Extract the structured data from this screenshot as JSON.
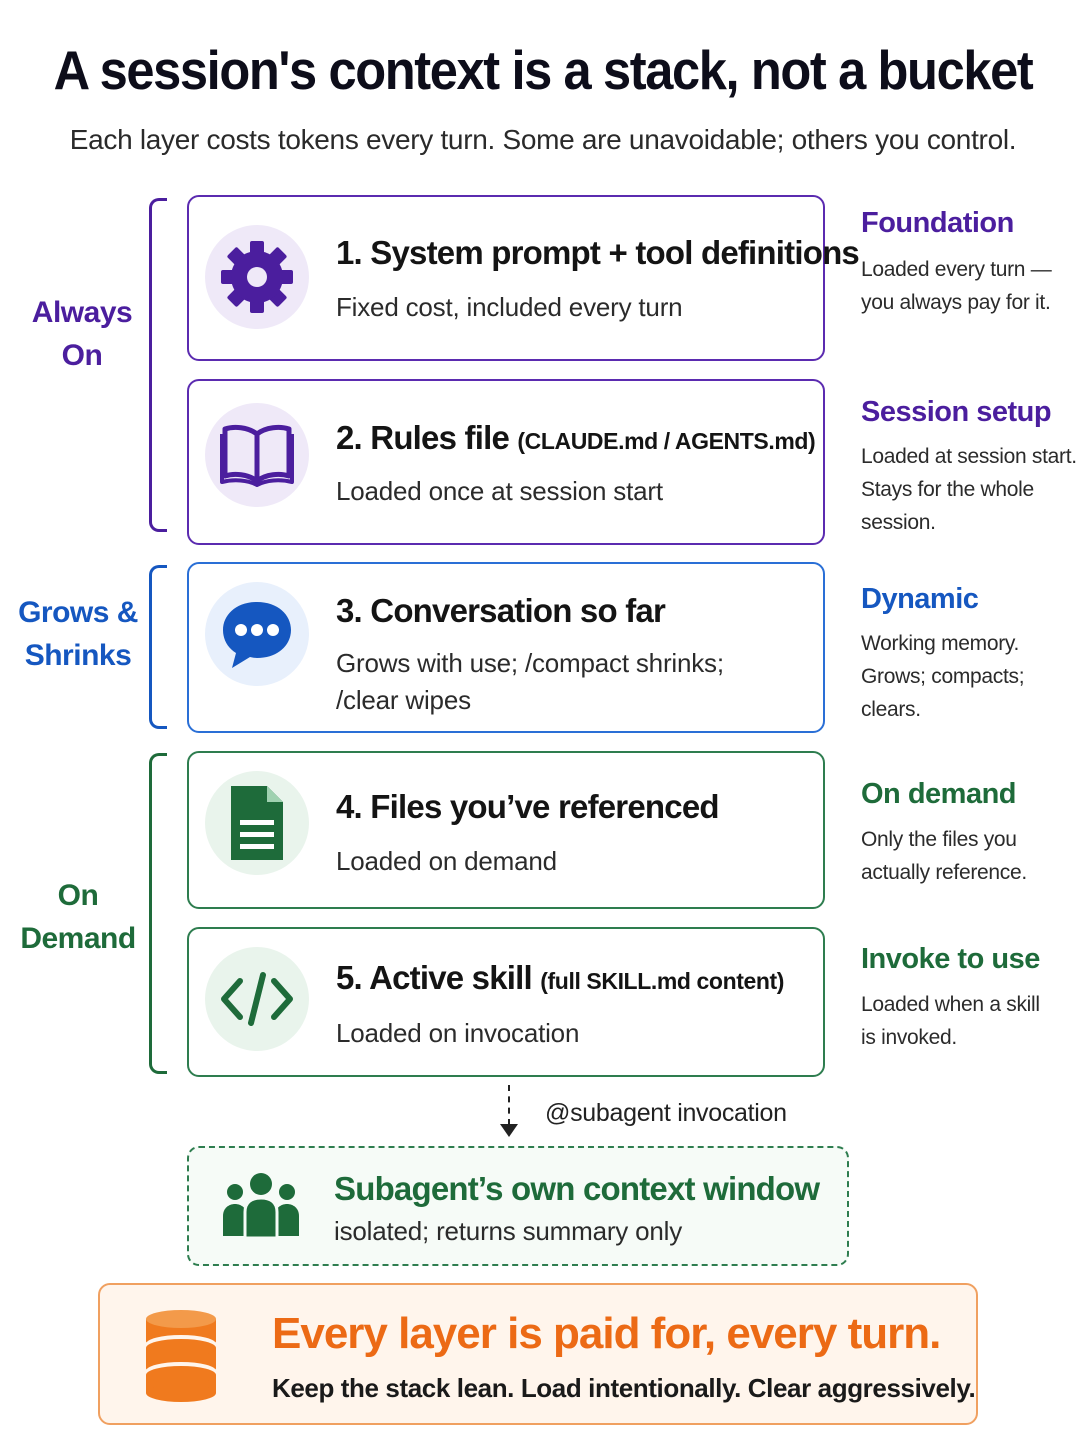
{
  "header": {
    "title": "A session's context is a stack, not a bucket",
    "subtitle": "Each layer costs tokens every turn. Some are unavoidable; others you control."
  },
  "groups": [
    {
      "label_line1": "Always",
      "label_line2": "On",
      "color": "#4b1e9e"
    },
    {
      "label_line1": "Grows &",
      "label_line2": "Shrinks",
      "color": "#1557c0"
    },
    {
      "label_line1": "On",
      "label_line2": "Demand",
      "color": "#1e6b3a"
    }
  ],
  "layers": [
    {
      "title": "1. System prompt + tool definitions",
      "paren": "",
      "desc": "Fixed cost, included every turn",
      "icon": "gear-icon"
    },
    {
      "title": "2. Rules file",
      "paren": "(CLAUDE.md / AGENTS.md)",
      "desc": "Loaded once at session start",
      "icon": "book-icon"
    },
    {
      "title": "3. Conversation so far",
      "paren": "",
      "desc_line1": "Grows with use; /compact shrinks;",
      "desc_line2": "/clear wipes",
      "icon": "chat-bubble-icon"
    },
    {
      "title": "4. Files you’ve referenced",
      "paren": "",
      "desc": "Loaded on demand",
      "icon": "document-icon"
    },
    {
      "title": "5. Active skill",
      "paren": "(full SKILL.md content)",
      "desc": "Loaded on invocation",
      "icon": "code-icon"
    }
  ],
  "notes": [
    {
      "title": "Foundation",
      "line1": "Loaded every turn —",
      "line2": "you always pay for it.",
      "line3": ""
    },
    {
      "title": "Session setup",
      "line1": "Loaded at session start.",
      "line2": "Stays for the whole",
      "line3": "session."
    },
    {
      "title": "Dynamic",
      "line1": "Working memory.",
      "line2": "Grows; compacts;",
      "line3": "clears."
    },
    {
      "title": "On demand",
      "line1": "Only the files you",
      "line2": "actually reference.",
      "line3": ""
    },
    {
      "title": "Invoke to use",
      "line1": "Loaded when a skill",
      "line2": "is invoked.",
      "line3": ""
    }
  ],
  "subagent": {
    "arrow_label": "@subagent invocation",
    "title": "Subagent’s own context window",
    "desc": "isolated; returns summary only",
    "icon": "people-icon"
  },
  "footer": {
    "title": "Every layer is paid for, every turn.",
    "subtitle": "Keep the stack lean. Load intentionally. Clear aggressively.",
    "icon": "database-icon"
  },
  "colors": {
    "purple": "#4b1e9e",
    "blue": "#1557c0",
    "green": "#1e6b3a",
    "orange": "#ec6a15"
  }
}
